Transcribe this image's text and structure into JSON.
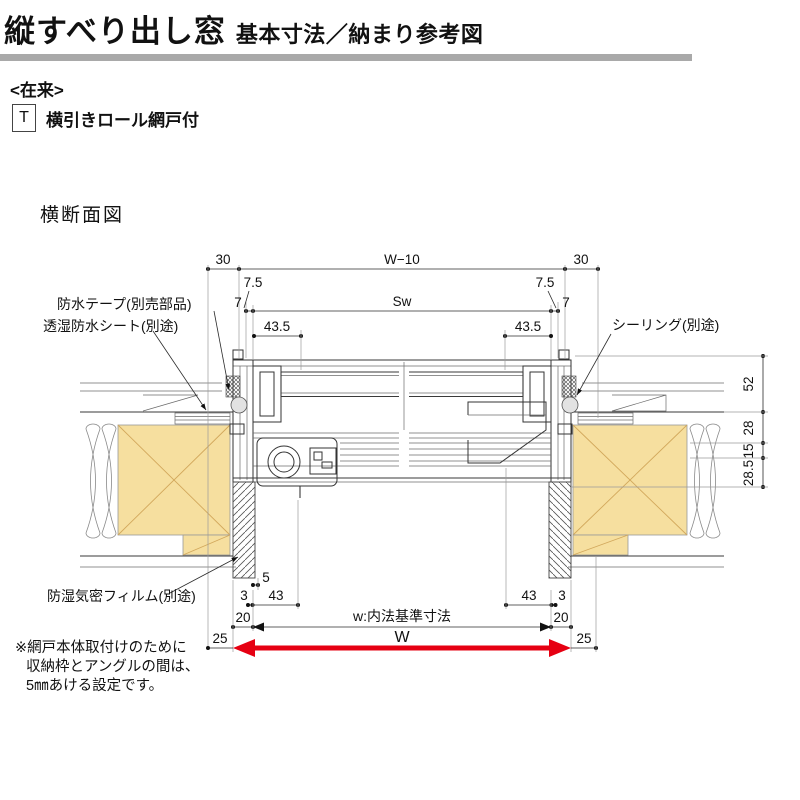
{
  "header": {
    "title": "縦すべり出し窓",
    "subtitle": "基本寸法／納まり参考図"
  },
  "meta": {
    "construction": "<在来>",
    "type_code": "T",
    "type_desc": "横引きロール網戸付",
    "section": "横断面図"
  },
  "labels": {
    "waterproof_tape": "防水テープ(別売部品)",
    "moisture_sheet": "透湿防水シート(別途)",
    "sealing": "シーリング(別途)",
    "vapor_film": "防湿気密フィルム(別途)"
  },
  "dims": {
    "top": {
      "left30": "30",
      "w10": "W−10",
      "right30": "30"
    },
    "mid": {
      "l75": "7.5",
      "r75": "7.5",
      "l7": "7",
      "r7": "7",
      "sw": "Sw",
      "l435": "43.5",
      "r435": "43.5"
    },
    "right_chain": {
      "d52": "52",
      "d28": "28",
      "d15": "15",
      "d285": "28.5"
    },
    "bottom": {
      "d5": "5",
      "l3": "3",
      "r3": "3",
      "l43": "43",
      "r43": "43",
      "l20": "20",
      "r20": "20",
      "l25": "25",
      "r25": "25",
      "w_inner": "w:内法基準寸法",
      "w": "W"
    }
  },
  "note": {
    "line1": "※網戸本体取付けのために",
    "line2": "収納枠とアングルの間は、",
    "line3": "5㎜あける設定です。"
  },
  "colors": {
    "accent_red": "#e60012",
    "title_bar_gray": "#a9a9a9",
    "wood_fill": "#f6df9f"
  }
}
